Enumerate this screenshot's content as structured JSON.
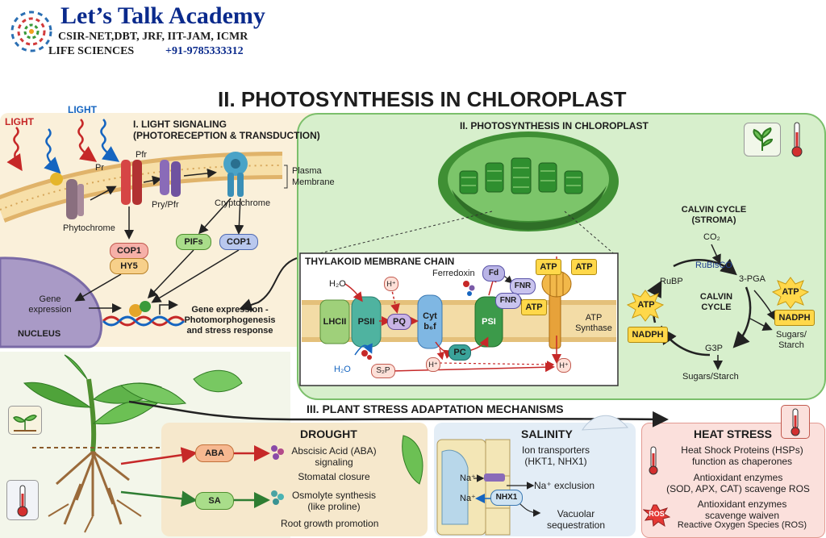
{
  "header": {
    "brand": "Let’s Talk Academy",
    "exams": "CSIR-NET,DBT, JRF, IIT-JAM, ICMR",
    "subject": "LIFE SCIENCES",
    "phone": "+91-9785333312"
  },
  "main_title": "II. PHOTOSYNTHESIS IN CHLOROPLAST",
  "signaling": {
    "title_1": "I. LIGHT SIGNALING",
    "title_2": "(PHOTORECEPTION & TRANSDUCTION)",
    "light_red": "LIGHT",
    "light_blue": "LIGHT",
    "pr": "Pr",
    "pfr": "Pfr",
    "pry_pfr": "Pry/Pfr",
    "phytochrome": "Phytochrome",
    "cryptochrome": "Cryptochrome",
    "plasma_1": "Plasma",
    "plasma_2": "Membrane",
    "cop1_left": "COP1",
    "hy5": "HY5",
    "pifs": "PIFs",
    "cop1_right": "COP1",
    "gene_expr_1": "Gene",
    "gene_expr_2": "expression",
    "nucleus": "NUCLEUS",
    "photo_1": "Gene expression -",
    "photo_2": "Photomorphogenesis",
    "photo_3": "and stress response"
  },
  "chloroplast": {
    "title": "II. PHOTOSYNTHESIS IN CHLOROPLAST",
    "thylakoid_title": "THYLAKOID MEMBRANE CHAIN",
    "h2o_top": "H₂O",
    "h_plus_top": "H⁺",
    "ferredoxin": "Ferredoxin",
    "fd": "Fd",
    "fnr_1": "FNR",
    "fnr_2": "FNR",
    "atp_1": "ATP",
    "atp_2": "ATP",
    "atp_3": "ATP",
    "lhcii": "LHCII",
    "psii": "PSII",
    "pq": "PQ",
    "cyt": "Cyt",
    "b6f": "b₆f",
    "psi": "PSI",
    "atp_synthase_1": "ATP",
    "atp_synthase_2": "Synthase",
    "h2o_bottom": "H₂O",
    "sp": "S₂P",
    "pc": "PC",
    "h_plus_1": "H⁺",
    "h_plus_2": "H⁺",
    "calvin_title_1": "CALVIN CYCLE",
    "calvin_title_2": "(STROMA)",
    "co2": "CO₂",
    "rubisco": "RuBisCO",
    "rubp": "RuBP",
    "pga": "3-PGA",
    "calvin_1": "CALVIN",
    "calvin_2": "CYCLE",
    "atp_left": "ATP",
    "atp_right": "ATP",
    "nadph_left": "NADPH",
    "nadph_right": "NADPH",
    "g3p": "G3P",
    "sugars_right_1": "Sugars/",
    "sugars_right_2": "Starch",
    "sugars_bottom": "Sugars/Starch"
  },
  "stress": {
    "title": "III. PLANT STRESS ADAPTATION MECHANISMS",
    "drought": {
      "title": "DROUGHT",
      "aba": "ABA",
      "sa": "SA",
      "aba_1": "Abscisic Acid (ABA)",
      "aba_2": "signaling",
      "stomatal": "Stomatal closure",
      "osmo_1": "Osmolyte synthesis",
      "osmo_2": "(like proline)",
      "root": "Root growth promotion"
    },
    "salinity": {
      "title": "SALINITY",
      "ion_1": "Ion transporters",
      "ion_2": "(HKT1, NHX1)",
      "na_1": "Na⁺",
      "na_2": "Na⁺",
      "nhx1": "NHX1",
      "exclusion": "Na⁺ exclusion",
      "vac_1": "Vacuolar",
      "vac_2": "sequestration"
    },
    "heat": {
      "title": "HEAT STRESS",
      "hsp_1": "Heat Shock Proteins (HSPs)",
      "hsp_2": "function as chaperones",
      "anti_1": "Antioxidant enzymes",
      "anti_2": "(SOD, APX, CAT) scavenge ROS",
      "anti_3": "Antioxidant enzymes",
      "anti_4": "scavenge waiven",
      "ros_label": "ROS",
      "ros_full": "Reactive Oxygen Species (ROS)"
    }
  }
}
